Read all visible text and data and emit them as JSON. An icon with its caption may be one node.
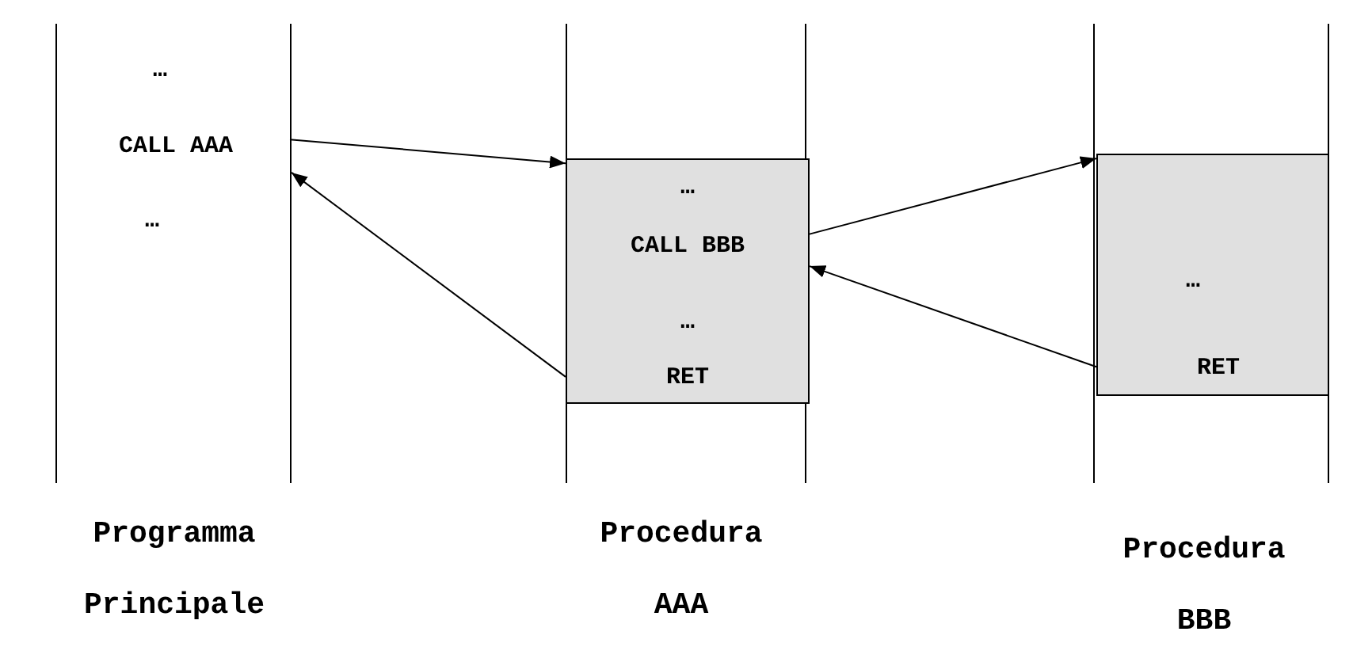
{
  "diagram": {
    "nodes": [
      {
        "text": [
          "…",
          "CALL AAA",
          "…"
        ]
      },
      {
        "text": [
          "…",
          "CALL BBB",
          "…",
          "RET"
        ]
      },
      {
        "text": [
          "…",
          "RET"
        ]
      }
    ],
    "edges": [
      {
        "from": 0,
        "to": 1,
        "arrow": "to"
      },
      {
        "from": 1,
        "to": 0,
        "arrow": "to"
      },
      {
        "from": 1,
        "to": 2,
        "arrow": "to"
      },
      {
        "from": 2,
        "to": 1,
        "arrow": "to"
      }
    ],
    "labels": [
      "Programma Principale",
      "Procedura AAA",
      "Procedura BBB"
    ]
  }
}
